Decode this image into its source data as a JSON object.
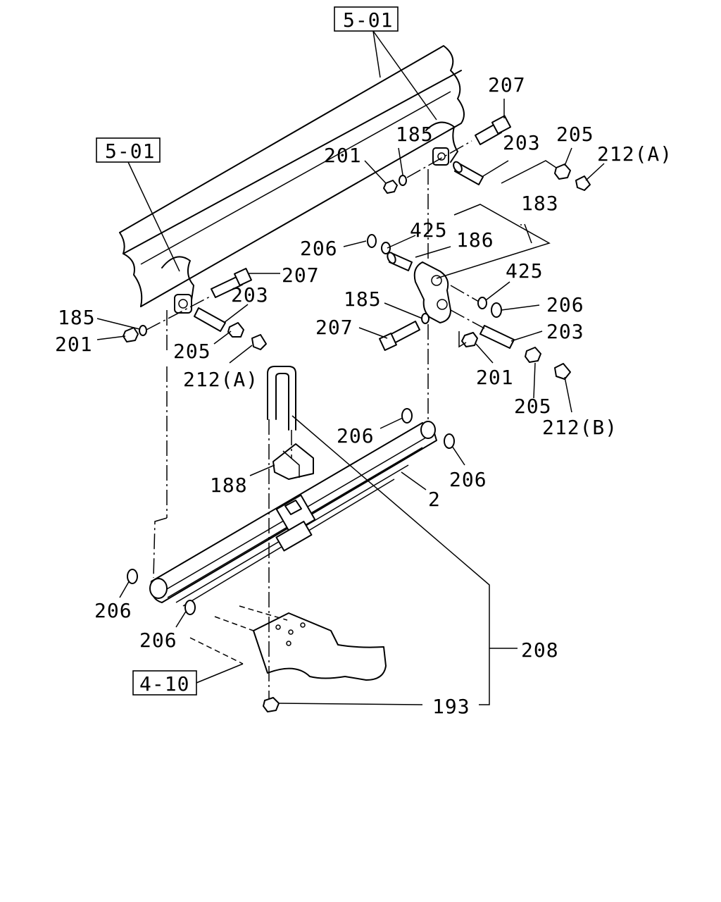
{
  "references": [
    {
      "id": "ref-top",
      "text": "5-01"
    },
    {
      "id": "ref-left",
      "text": "5-01"
    },
    {
      "id": "ref-bottom",
      "text": "4-10"
    }
  ],
  "callouts": [
    {
      "id": "c-207-top",
      "text": "207"
    },
    {
      "id": "c-185-top",
      "text": "185"
    },
    {
      "id": "c-203-top",
      "text": "203"
    },
    {
      "id": "c-205-top",
      "text": "205"
    },
    {
      "id": "c-201-top",
      "text": "201"
    },
    {
      "id": "c-212a-top",
      "text": "212(A)"
    },
    {
      "id": "c-183",
      "text": "183"
    },
    {
      "id": "c-425-top",
      "text": "425"
    },
    {
      "id": "c-186",
      "text": "186"
    },
    {
      "id": "c-206-top",
      "text": "206"
    },
    {
      "id": "c-425-right",
      "text": "425"
    },
    {
      "id": "c-206-right",
      "text": "206"
    },
    {
      "id": "c-185-mid",
      "text": "185"
    },
    {
      "id": "c-207-mid",
      "text": "207"
    },
    {
      "id": "c-203-right",
      "text": "203"
    },
    {
      "id": "c-201-right",
      "text": "201"
    },
    {
      "id": "c-205-right",
      "text": "205"
    },
    {
      "id": "c-212b",
      "text": "212(B)"
    },
    {
      "id": "c-207-left",
      "text": "207"
    },
    {
      "id": "c-203-left",
      "text": "203"
    },
    {
      "id": "c-185-left",
      "text": "185"
    },
    {
      "id": "c-201-left",
      "text": "201"
    },
    {
      "id": "c-205-left",
      "text": "205"
    },
    {
      "id": "c-212a-left",
      "text": "212(A)"
    },
    {
      "id": "c-206-spring",
      "text": "206"
    },
    {
      "id": "c-206-spring-r",
      "text": "206"
    },
    {
      "id": "c-188",
      "text": "188"
    },
    {
      "id": "c-2",
      "text": "2"
    },
    {
      "id": "c-206-low1",
      "text": "206"
    },
    {
      "id": "c-206-low2",
      "text": "206"
    },
    {
      "id": "c-208",
      "text": "208"
    },
    {
      "id": "c-193",
      "text": "193"
    }
  ]
}
